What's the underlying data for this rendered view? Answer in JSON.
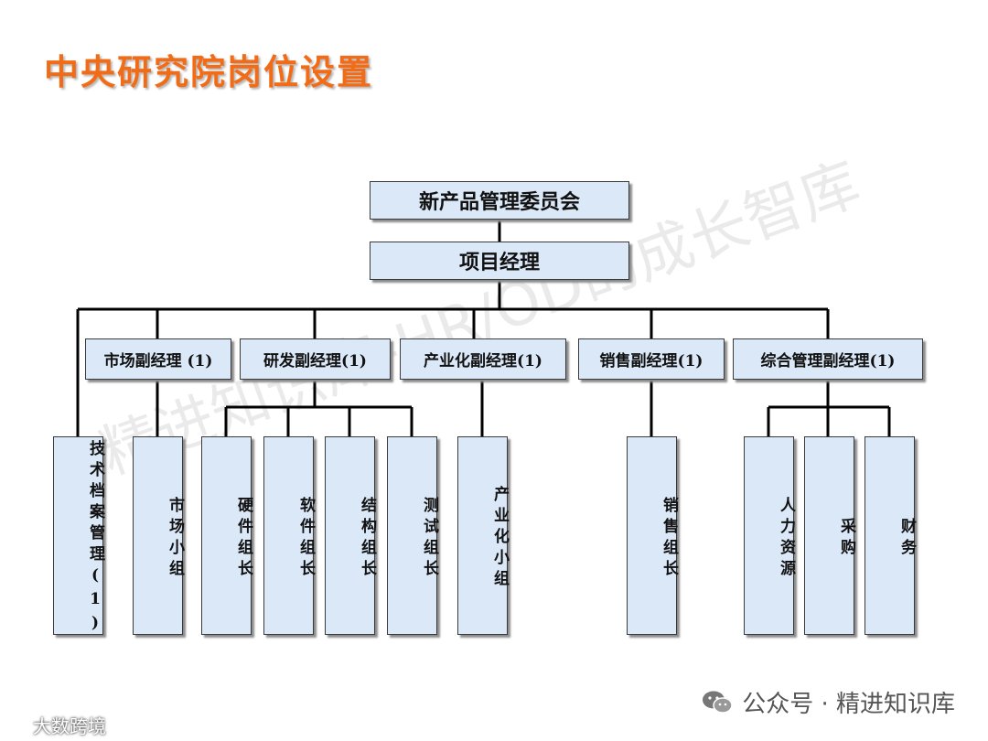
{
  "title": "中央研究院岗位设置",
  "watermark": "精进知识库-HR/OD的成长智库",
  "org": {
    "root": "新产品管理委员会",
    "pm": "项目经理",
    "deputies": [
      "市场副经理 (1)",
      "研发副经理(1)",
      "产业化副经理(1)",
      "销售副经理(1)",
      "综合管理副经理(1)"
    ],
    "units": [
      "技术档案管理(1)",
      "市场小组",
      "硬件组长",
      "软件组长",
      "结构组长",
      "测试组长",
      "产业化小组",
      "销售组长",
      "人力资源",
      "采购",
      "财务"
    ]
  },
  "footer": {
    "wechat": "公众号 · 精进知识库",
    "source": "大数跨境"
  },
  "colors": {
    "title": "#f26c17",
    "box_fill": "#dbe8f8"
  }
}
